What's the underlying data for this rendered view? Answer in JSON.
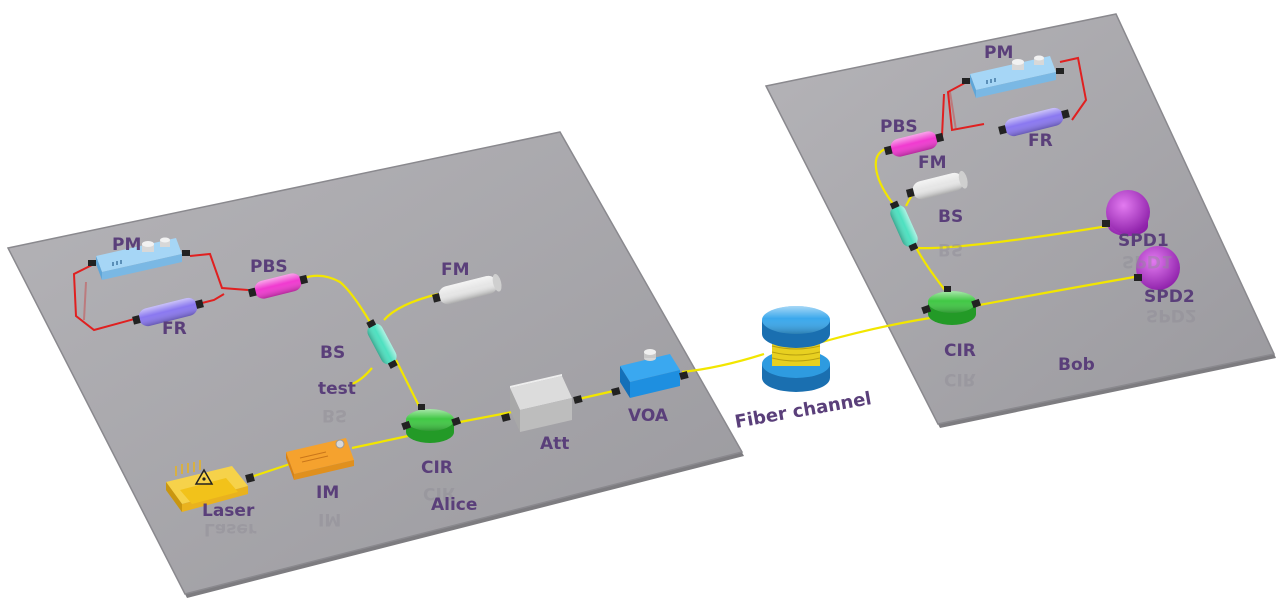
{
  "alice": {
    "name": "Alice",
    "laser": "Laser",
    "im": "IM",
    "cir": "CIR",
    "att": "Att",
    "voa": "VOA",
    "bs": "BS",
    "test": "test",
    "pbs": "PBS",
    "fm": "FM",
    "pm": "PM",
    "fr": "FR"
  },
  "channel": {
    "label": "Fiber channel"
  },
  "bob": {
    "name": "Bob",
    "pm": "PM",
    "pbs": "PBS",
    "fm": "FM",
    "fr": "FR",
    "bs": "BS",
    "spd1": "SPD1",
    "spd2": "SPD2",
    "cir": "CIR"
  },
  "colors": {
    "fiber": "#f2e600",
    "loop": "#e02020",
    "board": "#a4a3a8",
    "laser": "#f2c21a",
    "im": "#f5a22e",
    "cir": "#39c23c",
    "att": "#c8c8c8",
    "voa": "#1e8fe0",
    "bs": "#4ee0c0",
    "pbs": "#f03ad0",
    "fm": "#e8e8e8",
    "pm": "#8cc8f0",
    "fr": "#8a78f0",
    "spd": "#b02bc8",
    "spool": "#2e9be0",
    "label": "#5a3f7a"
  },
  "icons": {
    "laser_warning": "laser-warning-icon"
  }
}
